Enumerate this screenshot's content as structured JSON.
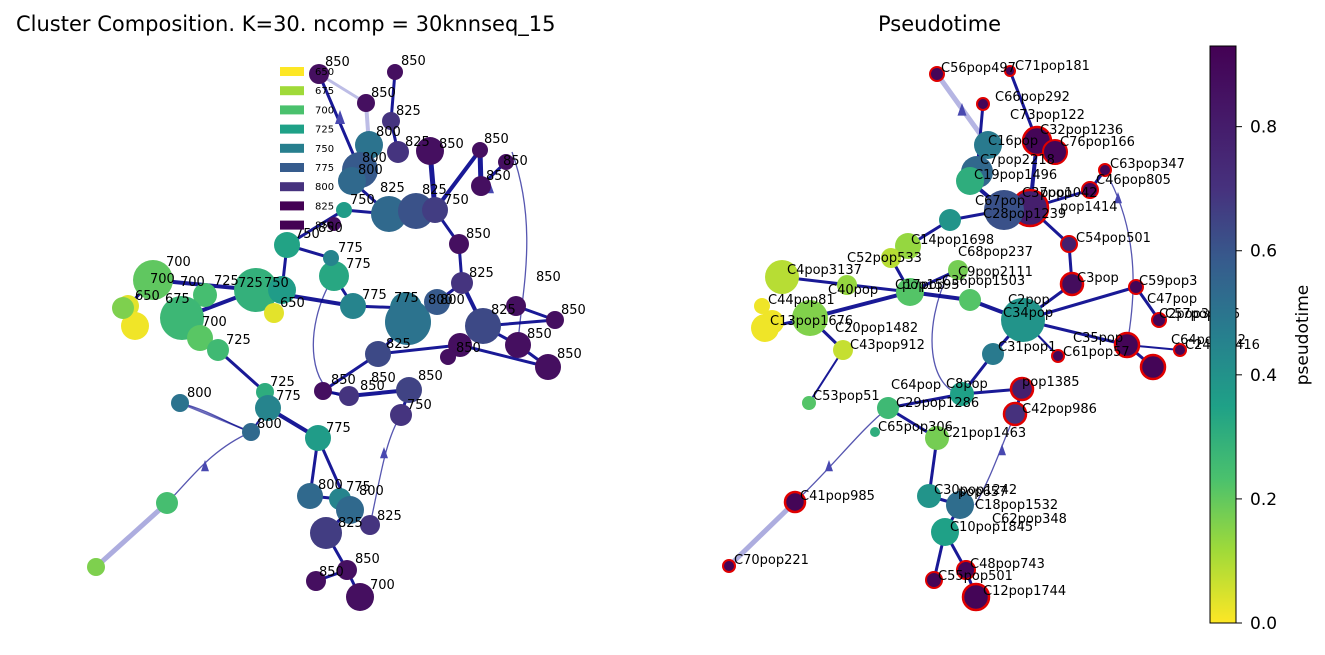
{
  "figure": {
    "left_title": "Cluster Composition. K=30. ncomp = 30knnseq_15",
    "right_title": "Pseudotime",
    "colorbar": {
      "label": "pseudotime",
      "ticks": [
        "0.0",
        "0.2",
        "0.4",
        "0.6",
        "0.8"
      ],
      "range": [
        0.0,
        0.93
      ]
    }
  },
  "chart_data": [
    {
      "type": "scatter",
      "title": "Cluster Composition. K=30. ncomp = 30knnseq_15",
      "legend_placement": "top-center",
      "legend": [
        "650",
        "675",
        "700",
        "725",
        "750",
        "775",
        "800",
        "825",
        "850"
      ],
      "legend_colors": [
        "#fde725",
        "#a0da39",
        "#4ac16d",
        "#1fa187",
        "#277f8e",
        "#365c8d",
        "#46327e",
        "#440154",
        "#440154"
      ],
      "node_labels": [
        "850",
        "850",
        "850",
        "825",
        "800",
        "825",
        "850",
        "850",
        "850",
        "850",
        "800",
        "800",
        "825",
        "825",
        "750",
        "850",
        "750",
        "850",
        "750",
        "775",
        "775",
        "725",
        "825",
        "850",
        "850",
        "700",
        "700",
        "650",
        "675",
        "725",
        "700",
        "650",
        "750",
        "775",
        "775",
        "800",
        "800",
        "825",
        "850",
        "850",
        "700",
        "725",
        "825",
        "850",
        "850",
        "850",
        "850",
        "725",
        "775",
        "800",
        "850",
        "800",
        "775",
        "800",
        "775",
        "800",
        "825",
        "750",
        "825",
        "850",
        "850",
        "700"
      ]
    },
    {
      "type": "scatter",
      "title": "Pseudotime",
      "colorbar_label": "pseudotime",
      "colorbar_ticks": [
        0.0,
        0.2,
        0.4,
        0.6,
        0.8
      ],
      "node_labels": [
        "C56pop497",
        "C71pop181",
        "C66pop292",
        "C73pop122",
        "C32pop1236",
        "C16pop",
        "C76pop166",
        "C7pop2218",
        "C63pop347",
        "C19pop1496",
        "C46pop805",
        "C37pop",
        "pop1042",
        "C67pop",
        "pop1414",
        "C28pop1239",
        "C54pop501",
        "C14pop1698",
        "C68pop237",
        "C52pop533",
        "C9pop2111",
        "C4pop3137",
        "C17pop",
        "C36pop1503",
        "C3pop",
        "C40pop",
        "pop1595",
        "C59pop3",
        "C47pop",
        "C44pop81",
        "C2pop",
        "C34pop",
        "C2pop3",
        "C57pop426",
        "C13pop1676",
        "C20pop1482",
        "C35pop",
        "C64pop232",
        "C43pop912",
        "C31pop1",
        "C61pop57",
        "C24pop416",
        "C64pop",
        "C8pop",
        "pop1385",
        "C53pop51",
        "C29pop1286",
        "C42pop986",
        "C65pop306",
        "C21pop1463",
        "C41pop985",
        "C30pop1242",
        "pop657",
        "C18pop1532",
        "C62pop348",
        "C10pop1845",
        "C70pop221",
        "C48pop743",
        "C55pop501",
        "C12pop1744"
      ]
    }
  ]
}
